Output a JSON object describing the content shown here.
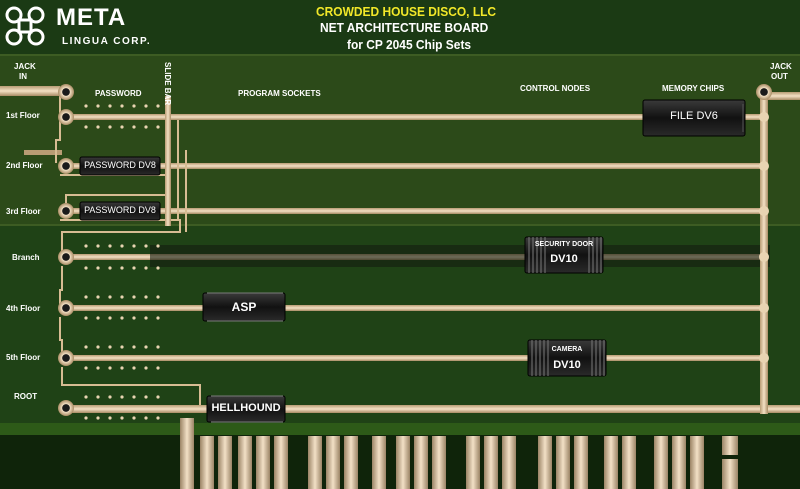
{
  "logo": {
    "brand": "META",
    "sub": "LINGUA CORP."
  },
  "title": {
    "line1": "CROWDED HOUSE DISCO, LLC",
    "line2": "NET ARCHITECTURE BOARD",
    "line3": "for CP 2045 Chip Sets"
  },
  "headers": {
    "jack_in": [
      "JACK",
      "IN"
    ],
    "jack_out": [
      "JACK",
      "OUT"
    ],
    "password": "PASSWORD",
    "slide_bar": "SLIDE BAR",
    "program_sockets": "PROGRAM SOCKETS",
    "control_nodes": "CONTROL NODES",
    "memory_chips": "MEMORY CHIPS"
  },
  "rows": [
    "1st Floor",
    "2nd Floor",
    "3rd Floor",
    "Branch",
    "4th Floor",
    "5th Floor",
    "ROOT"
  ],
  "chips": {
    "file": "FILE DV6",
    "password_2": "PASSWORD DV8",
    "password_3": "PASSWORD DV8",
    "security_1": "SECURITY DOOR",
    "security_2": "DV10",
    "asp": "ASP",
    "camera_1": "CAMERA",
    "camera_2": "DV10",
    "hellhound": "HELLHOUND"
  },
  "colors": {
    "board_dark": "#1b3a14",
    "board_panel": "#2c4a19",
    "trace": "#e6c9a3",
    "title_yellow": "#f2e829",
    "chip": "#111111"
  }
}
